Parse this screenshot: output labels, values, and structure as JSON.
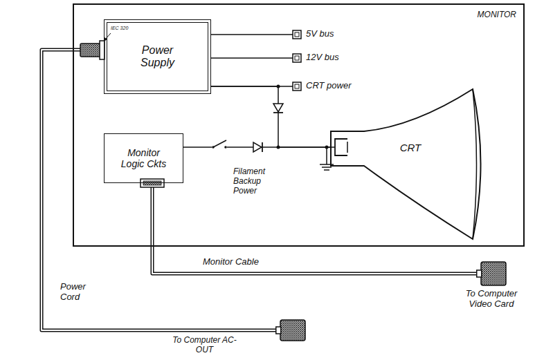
{
  "diagram": {
    "nodes": [
      {
        "text": [
          "MONITOR"
        ]
      },
      {
        "text": [
          "Power Supply"
        ],
        "in": 0
      },
      {
        "text": [
          "CRT"
        ],
        "in": 0
      },
      {
        "text": [
          "Monitor Logic Ckts"
        ],
        "in": 0
      },
      {
        "text": [
          "To Computer Video Card"
        ]
      },
      {
        "text": [
          "To Computer AC-OUT"
        ]
      }
    ],
    "edges": [
      {
        "from": 1,
        "to": 2,
        "arrow": "none"
      },
      {
        "from": 3,
        "to": 2,
        "arrow": "none"
      },
      {
        "from": 3,
        "to": 4,
        "label": "Monitor Cable",
        "arrow": "none"
      },
      {
        "from": 1,
        "to": 5,
        "label": "Power Cord",
        "arrow": "none"
      }
    ],
    "labels": [
      "IEC 320",
      "5V bus",
      "12V bus",
      "CRT power",
      "Filament Backup Power"
    ]
  }
}
